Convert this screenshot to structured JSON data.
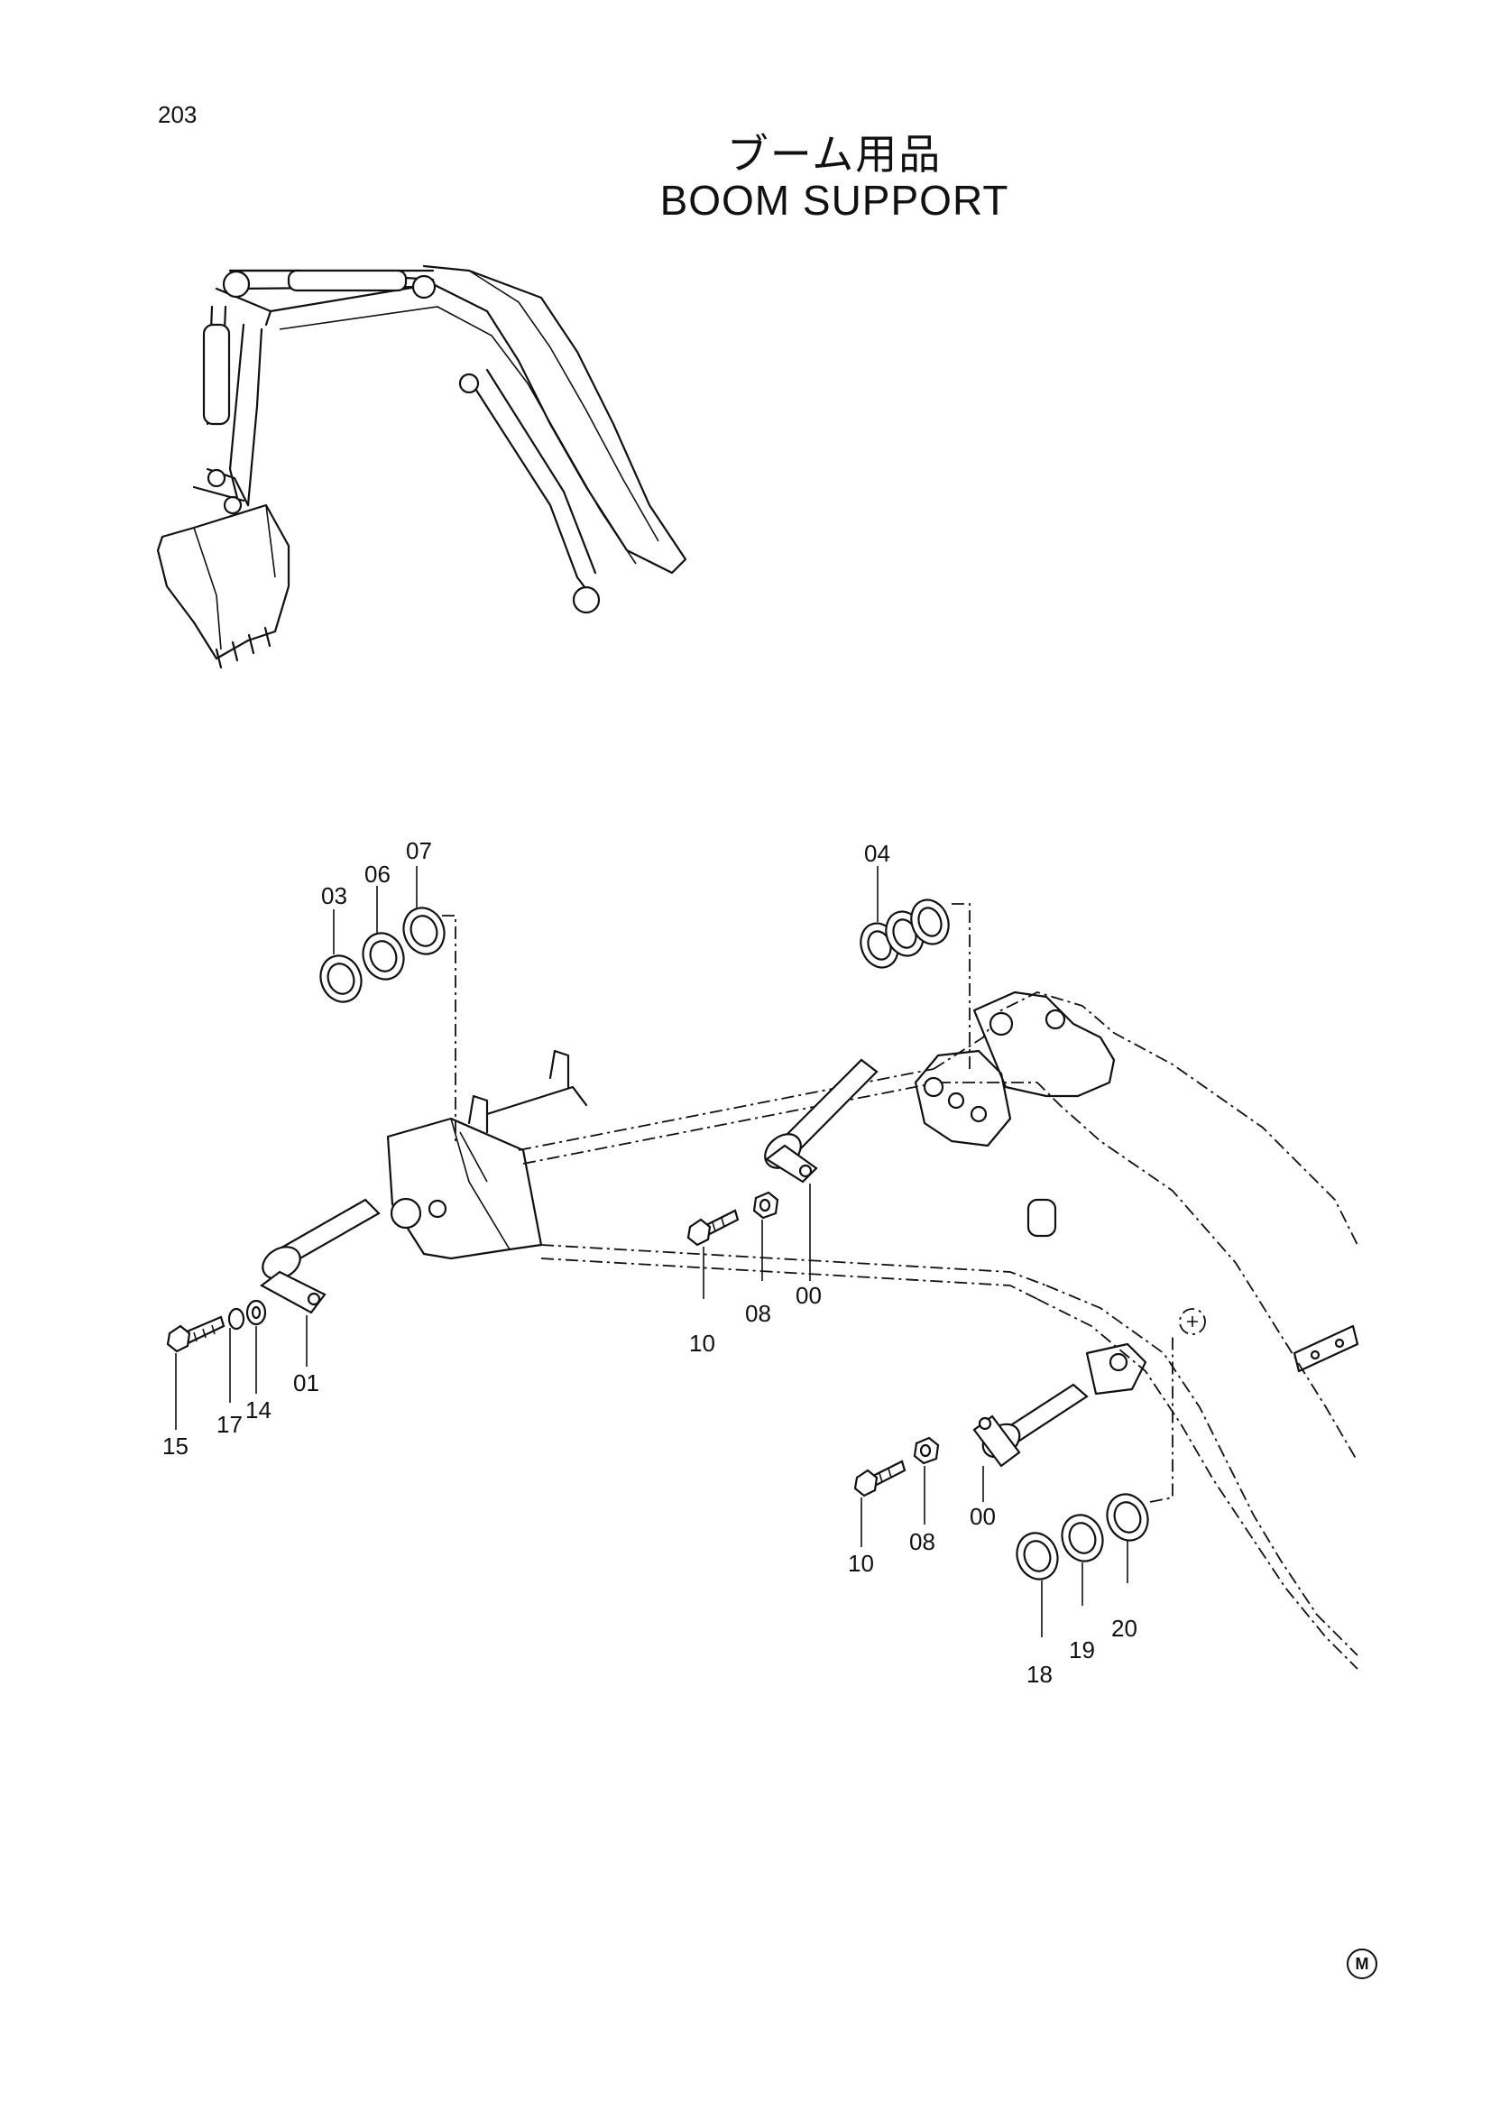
{
  "page_number": "203",
  "title_jp": "ブーム用品",
  "title_en": "BOOM SUPPORT",
  "corner_mark": "M",
  "callouts": {
    "c03": "03",
    "c06": "06",
    "c07": "07",
    "c04": "04",
    "c15": "15",
    "c17": "17",
    "c14": "14",
    "c01": "01",
    "c10a": "10",
    "c08a": "08",
    "c00a": "00",
    "c10b": "10",
    "c08b": "08",
    "c00b": "00",
    "c18": "18",
    "c19": "19",
    "c20": "20"
  }
}
